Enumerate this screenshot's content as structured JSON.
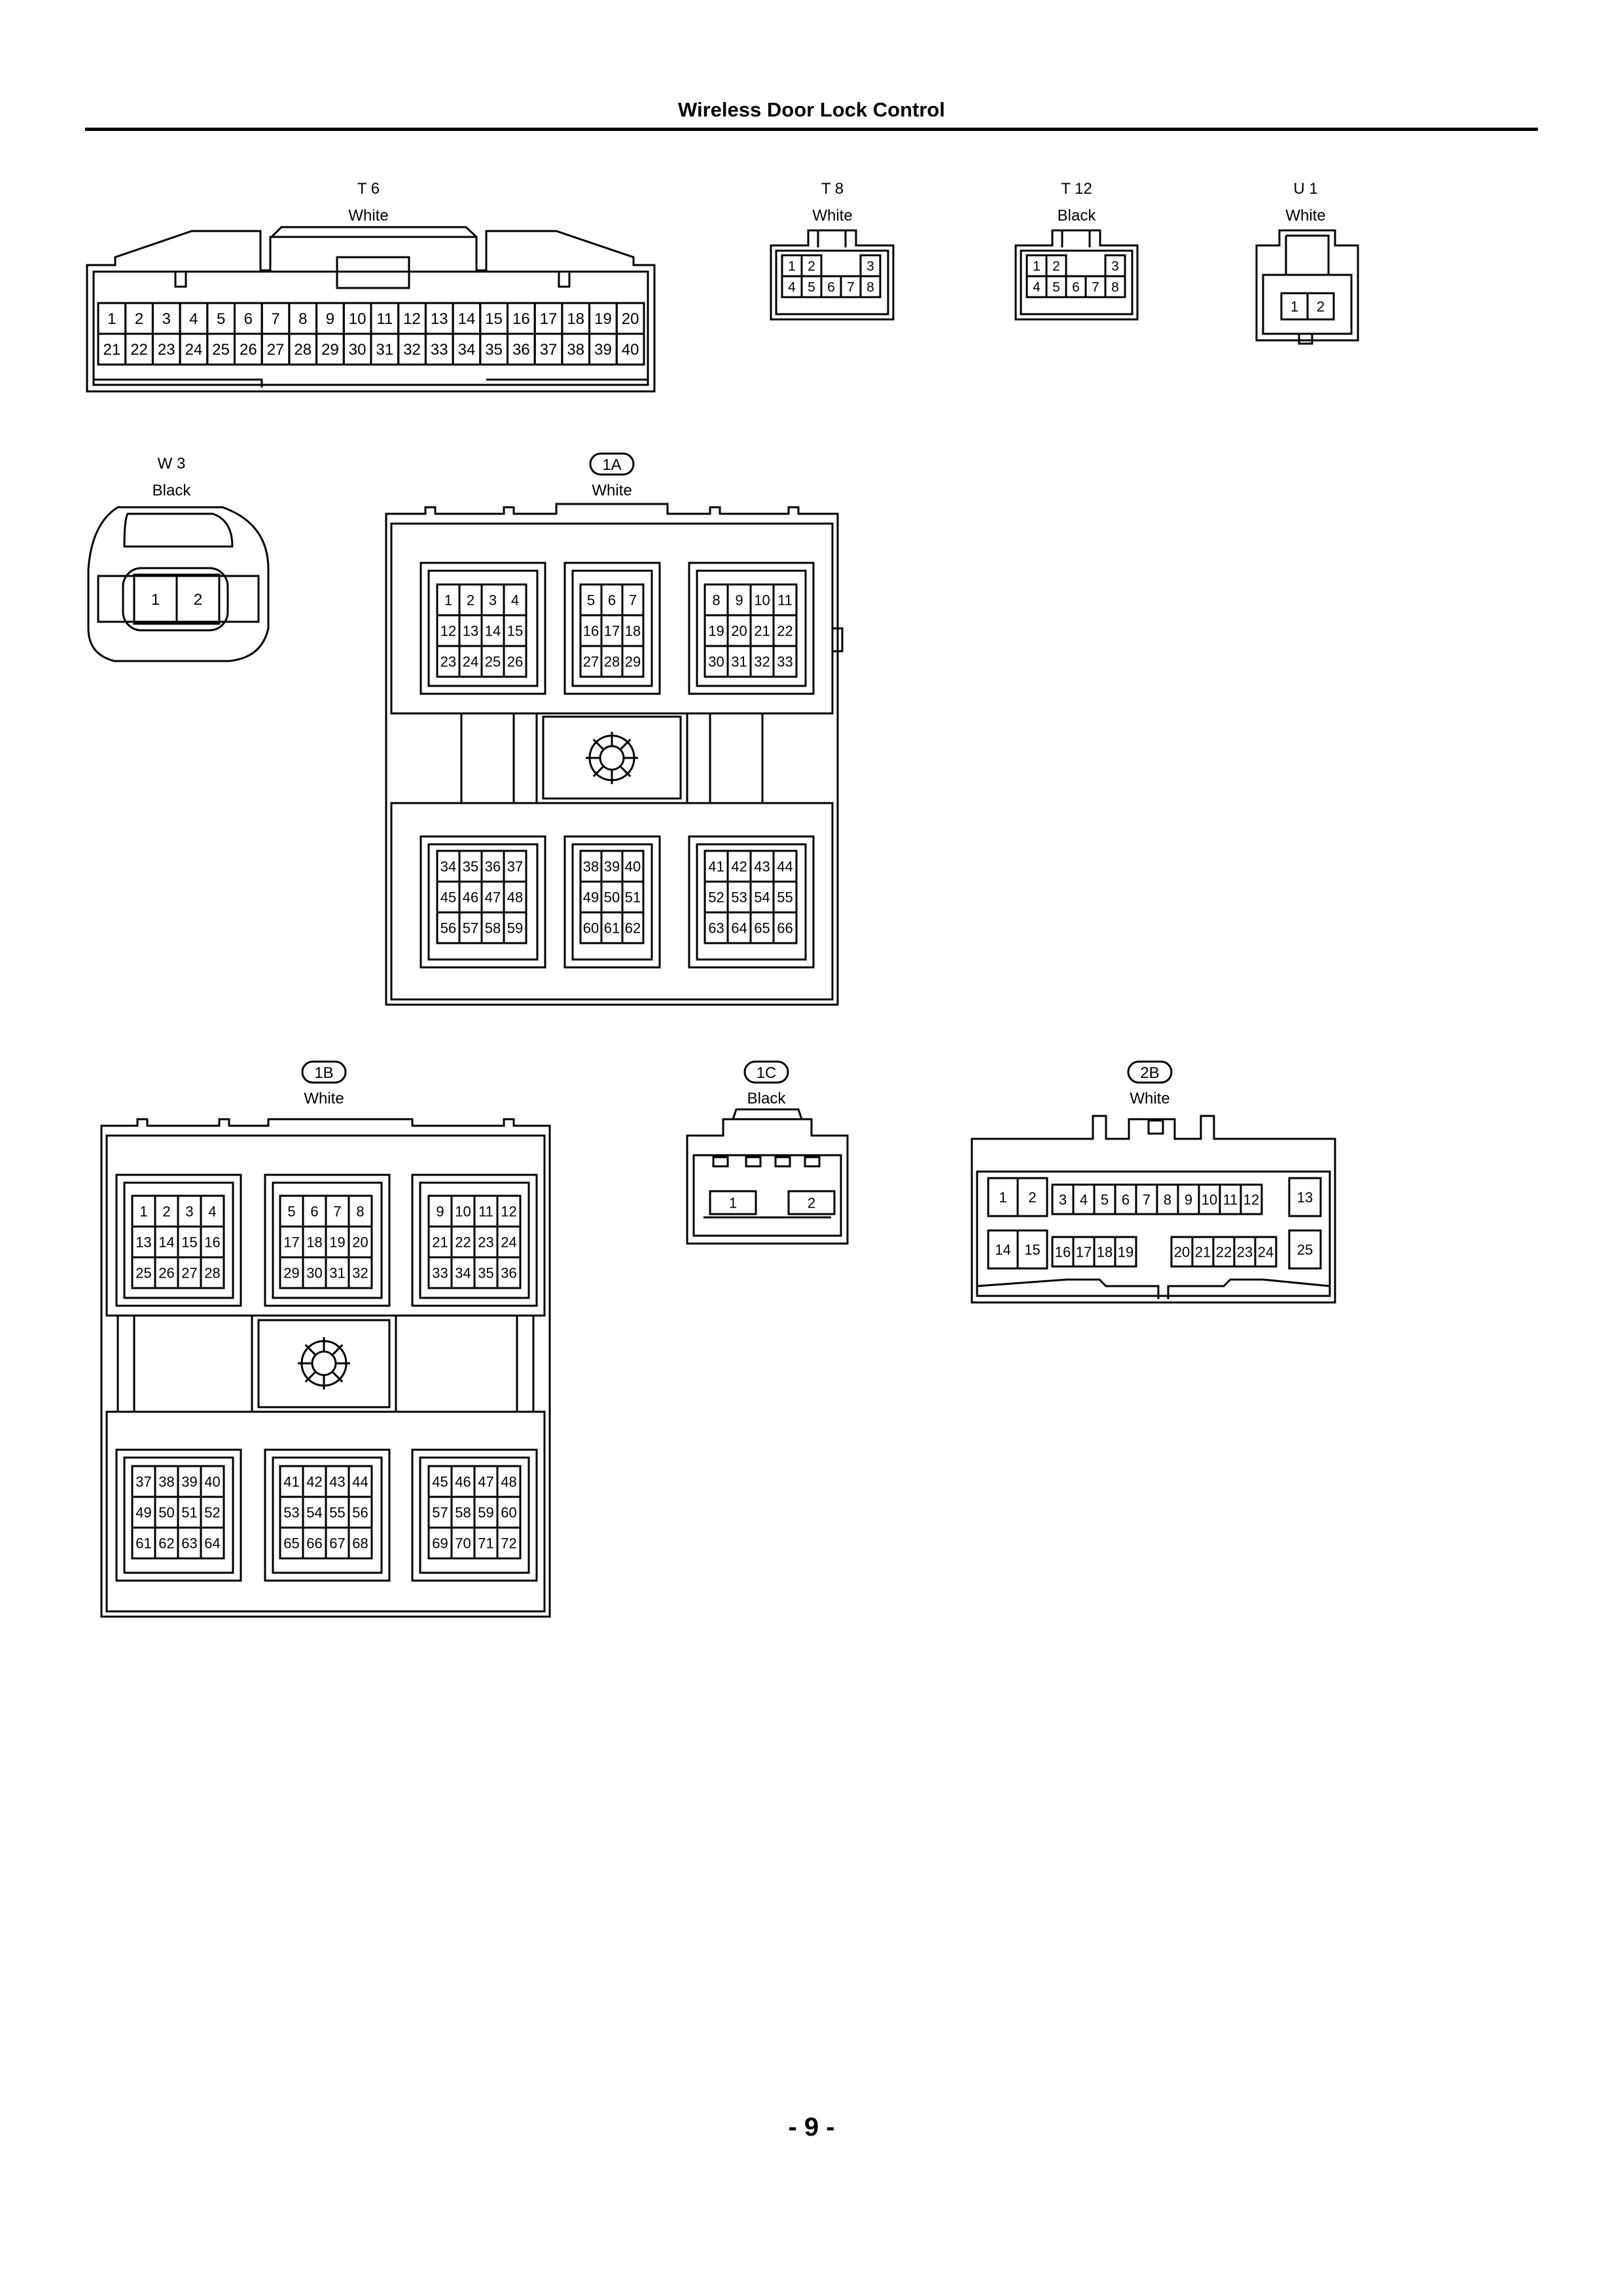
{
  "page": {
    "title": "Wireless Door Lock Control",
    "number": "- 9 -"
  },
  "connectors": {
    "t6": {
      "code": "T 6",
      "color": "White",
      "pins": [
        1,
        2,
        3,
        4,
        5,
        6,
        7,
        8,
        9,
        10,
        11,
        12,
        13,
        14,
        15,
        16,
        17,
        18,
        19,
        20,
        21,
        22,
        23,
        24,
        25,
        26,
        27,
        28,
        29,
        30,
        31,
        32,
        33,
        34,
        35,
        36,
        37,
        38,
        39,
        40
      ]
    },
    "t8": {
      "code": "T 8",
      "color": "White",
      "pins": [
        1,
        2,
        3,
        4,
        5,
        6,
        7,
        8
      ]
    },
    "t12": {
      "code": "T 12",
      "color": "Black",
      "pins": [
        1,
        2,
        3,
        4,
        5,
        6,
        7,
        8
      ]
    },
    "u1": {
      "code": "U 1",
      "color": "White",
      "pins": [
        1,
        2
      ]
    },
    "w3": {
      "code": "W 3",
      "color": "Black",
      "pins": [
        1,
        2
      ]
    },
    "c1a": {
      "code": "1A",
      "color": "White",
      "pins": [
        1,
        2,
        3,
        4,
        5,
        6,
        7,
        8,
        9,
        10,
        11,
        12,
        13,
        14,
        15,
        16,
        17,
        18,
        19,
        20,
        21,
        22,
        23,
        24,
        25,
        26,
        27,
        28,
        29,
        30,
        31,
        32,
        33,
        34,
        35,
        36,
        37,
        38,
        39,
        40,
        41,
        42,
        43,
        44,
        45,
        46,
        47,
        48,
        49,
        50,
        51,
        52,
        53,
        54,
        55,
        56,
        57,
        58,
        59,
        60,
        61,
        62,
        63,
        64,
        65,
        66
      ]
    },
    "c1b": {
      "code": "1B",
      "color": "White",
      "pins": [
        1,
        2,
        3,
        4,
        5,
        6,
        7,
        8,
        9,
        10,
        11,
        12,
        13,
        14,
        15,
        16,
        17,
        18,
        19,
        20,
        21,
        22,
        23,
        24,
        25,
        26,
        27,
        28,
        29,
        30,
        31,
        32,
        33,
        34,
        35,
        36,
        37,
        38,
        39,
        40,
        41,
        42,
        43,
        44,
        45,
        46,
        47,
        48,
        49,
        50,
        51,
        52,
        53,
        54,
        55,
        56,
        57,
        58,
        59,
        60,
        61,
        62,
        63,
        64,
        65,
        66,
        67,
        68,
        69,
        70,
        71,
        72
      ]
    },
    "c1c": {
      "code": "1C",
      "color": "Black",
      "pins": [
        1,
        2
      ]
    },
    "c2b": {
      "code": "2B",
      "color": "White",
      "pins": [
        1,
        2,
        3,
        4,
        5,
        6,
        7,
        8,
        9,
        10,
        11,
        12,
        13,
        14,
        15,
        16,
        17,
        18,
        19,
        20,
        21,
        22,
        23,
        24,
        25
      ]
    }
  }
}
